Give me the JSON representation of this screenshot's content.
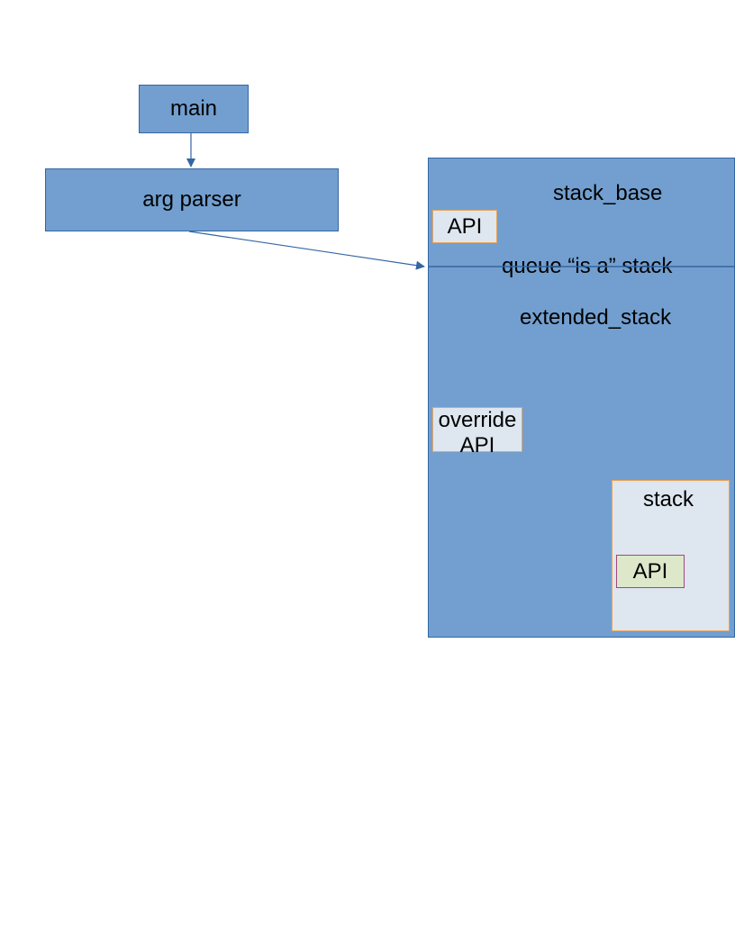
{
  "nodes": {
    "main": "main",
    "arg_parser": "arg parser",
    "stack_base": "stack_base",
    "stack_base_api": "API",
    "relation": "queue “is a” stack",
    "extended_stack": "extended_stack",
    "override_api_line1": "override",
    "override_api_line2": "API",
    "stack": "stack",
    "stack_api": "API"
  },
  "colors": {
    "box_fill": "#729fcf",
    "box_border": "#3465a4",
    "inner_fill": "#dee6ef",
    "inner_border": "#e9a45c",
    "api_fill": "#dde8cb",
    "api_border": "#a1467e"
  }
}
